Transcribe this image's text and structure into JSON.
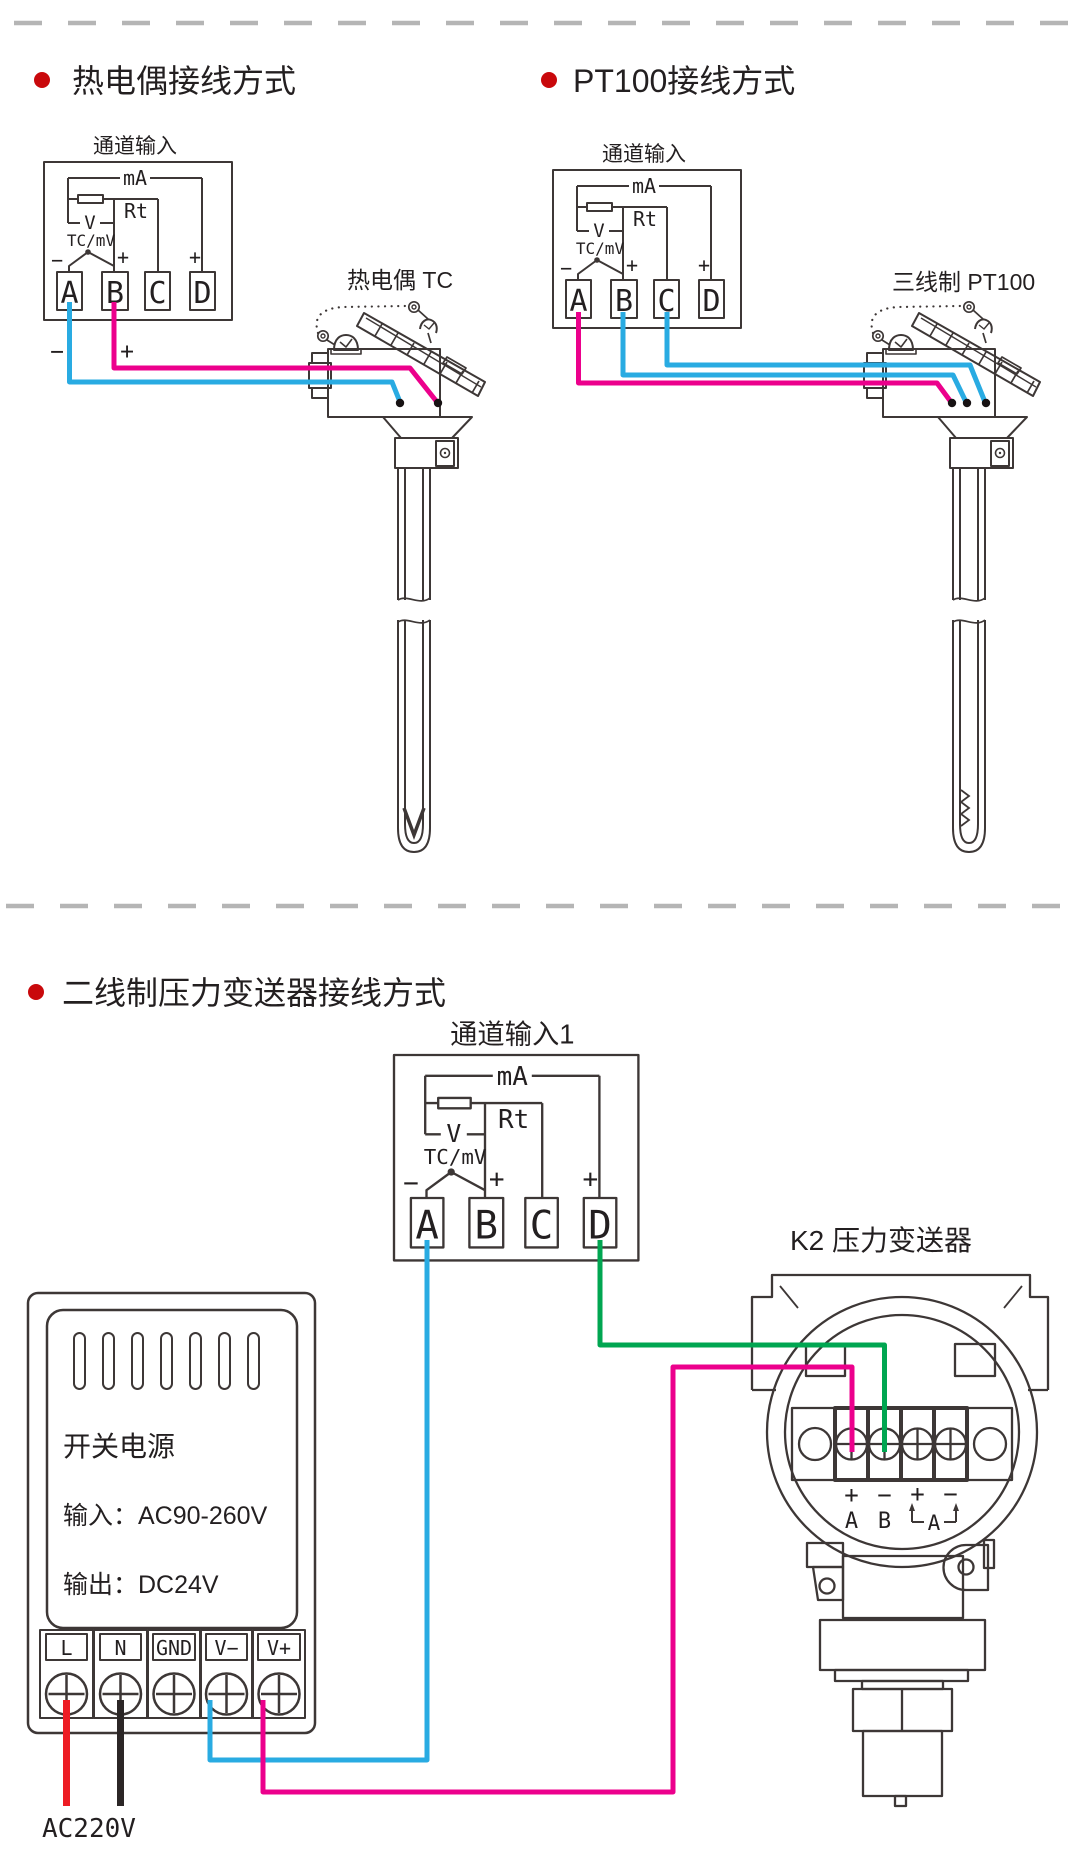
{
  "colors": {
    "line": "#3d3736",
    "text": "#231f20",
    "bullet": "#c9090c",
    "divider": "#b5b5b5",
    "wire_blue": "#29abe2",
    "wire_pink": "#ec008c",
    "wire_green": "#00a651",
    "wire_red": "#ed1c24",
    "wire_black": "#2b2626",
    "terminal_dot": "#171213"
  },
  "sections": {
    "thermocouple": {
      "title": "热电偶接线方式",
      "device_label": "热电偶 TC"
    },
    "pt100": {
      "title": "PT100接线方式",
      "device_label": "三线制 PT100"
    },
    "pressure_transmitter": {
      "title": "二线制压力变送器接线方式",
      "device_label": "K2 压力变送器"
    }
  },
  "channel_box": {
    "label": "通道输入",
    "label_channel1": "通道输入1",
    "ma": "mA",
    "rt": "Rt",
    "v": "V",
    "tc_mv": "TC/mV",
    "terminals": [
      "A",
      "B",
      "C",
      "D"
    ]
  },
  "polarity": {
    "plus": "+",
    "minus": "−"
  },
  "power_supply": {
    "name": "开关电源",
    "input_rating": "输入：AC90-260V",
    "output_rating": "输出：DC24V",
    "terminals": [
      "L",
      "N",
      "GND",
      "V−",
      "V+"
    ],
    "mains_label": "AC220V"
  },
  "transmitter": {
    "terminal_a": "A",
    "terminal_b": "B",
    "ammeter": "A"
  }
}
